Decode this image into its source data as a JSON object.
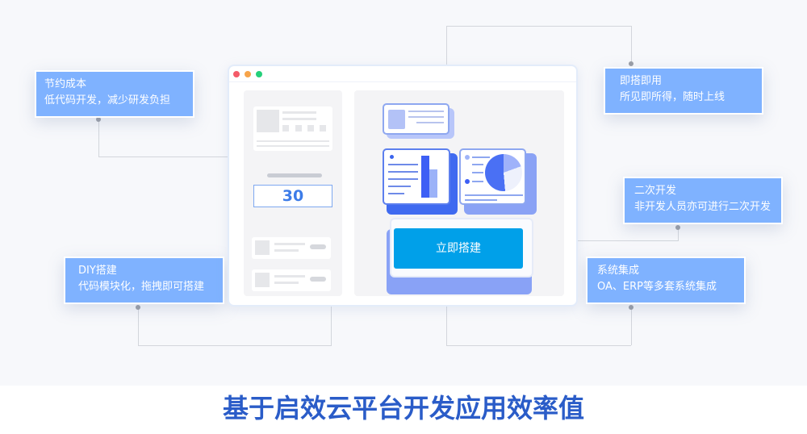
{
  "features": [
    {
      "title": "节约成本",
      "desc": "低代码开发，减少研发负担"
    },
    {
      "title": "DIY搭建",
      "desc": "代码模块化，拖拽即可搭建"
    },
    {
      "title": "即搭即用",
      "desc": "所见即所得，随时上线"
    },
    {
      "title": "二次开发",
      "desc": "非开发人员亦可进行二次开发"
    },
    {
      "title": "系统集成",
      "desc": "OA、ERP等多套系统集成"
    }
  ],
  "mockup": {
    "counter": "30",
    "build_button": "立即搭建"
  },
  "caption": "基于启效云平台开发应用效率值",
  "colors": {
    "box": "#7fb2ff",
    "button": "#00a0e9",
    "title": "#2a5cc8"
  }
}
